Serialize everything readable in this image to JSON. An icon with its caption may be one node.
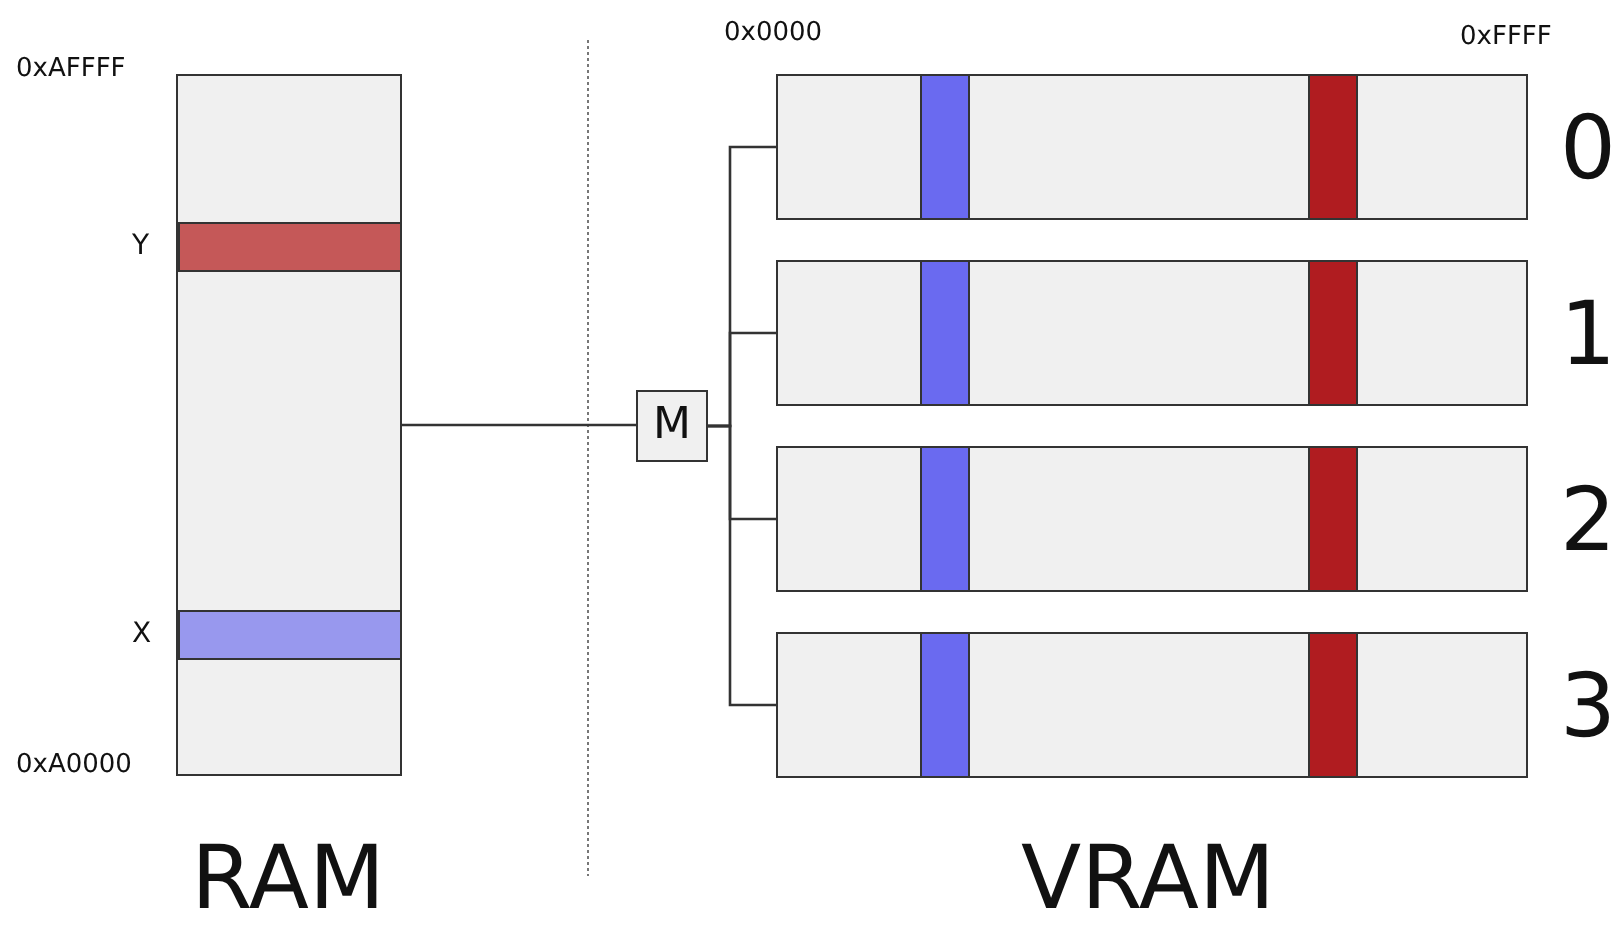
{
  "diagram": {
    "nodes": [
      {
        "text": [
          "RAM"
        ]
      },
      {
        "text": [
          "Y"
        ],
        "in": 0
      },
      {
        "text": [
          "X"
        ],
        "in": 0
      },
      {
        "text": [
          "M"
        ]
      },
      {
        "text": [
          "0"
        ]
      },
      {
        "text": [],
        "shape": "bar",
        "in": 4
      },
      {
        "text": [],
        "shape": "bar",
        "in": 4
      },
      {
        "text": [
          "1"
        ]
      },
      {
        "text": [],
        "shape": "bar",
        "in": 7
      },
      {
        "text": [],
        "shape": "bar",
        "in": 7
      },
      {
        "text": [
          "2"
        ]
      },
      {
        "text": [],
        "shape": "bar",
        "in": 10
      },
      {
        "text": [],
        "shape": "bar",
        "in": 10
      },
      {
        "text": [
          "3"
        ]
      },
      {
        "text": [],
        "shape": "bar",
        "in": 13
      },
      {
        "text": [],
        "shape": "bar",
        "in": 13
      }
    ],
    "edges": [
      {
        "from": 0,
        "to": 3,
        "arrow": "none"
      },
      {
        "from": 3,
        "to": 4,
        "arrow": "none"
      },
      {
        "from": 3,
        "to": 7,
        "arrow": "none"
      },
      {
        "from": 3,
        "to": 10,
        "arrow": "none"
      },
      {
        "from": 3,
        "to": 13,
        "arrow": "none"
      }
    ],
    "labels": [
      "0xAFFFF",
      "0x0000",
      "0xFFFF",
      "0xA0000",
      "VRAM"
    ]
  }
}
